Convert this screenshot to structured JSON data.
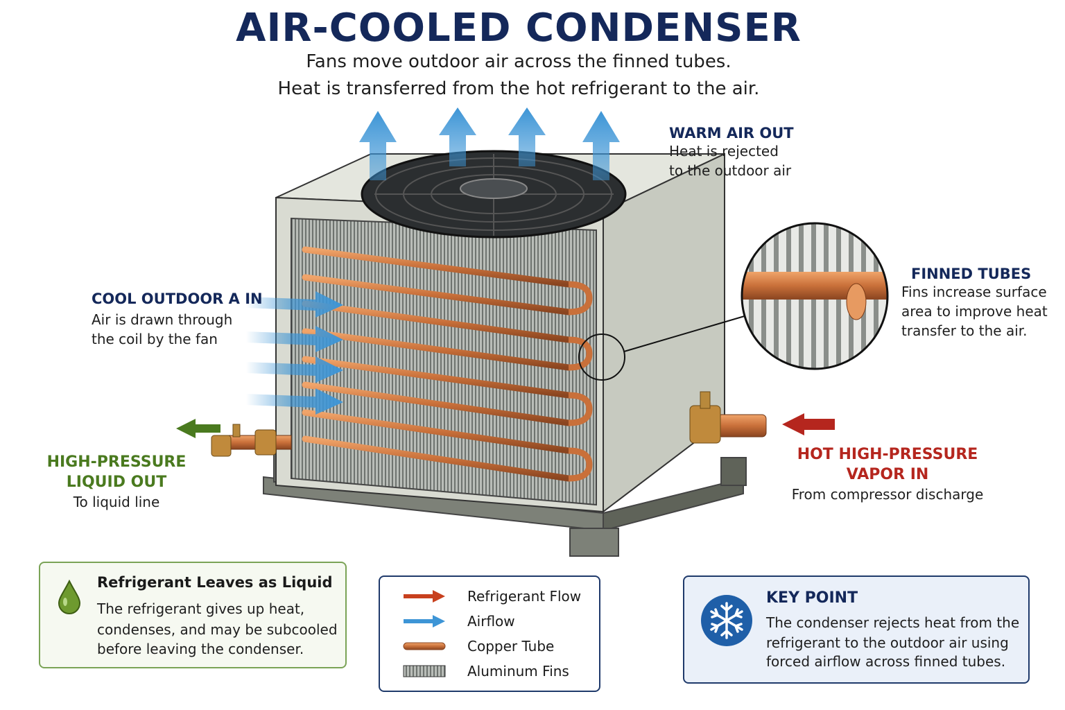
{
  "title": "AIR-COOLED CONDENSER",
  "subtitle_line1": "Fans move outdoor air across the finned tubes.",
  "subtitle_line2": "Heat is transferred from the hot refrigerant to the air.",
  "callouts": {
    "warm_air": {
      "heading": "WARM AIR OUT",
      "line1": "Heat is rejected",
      "line2": "to the outdoor air"
    },
    "cool_air": {
      "heading": "COOL OUTDOOR A IN",
      "line1": "Air is drawn through",
      "line2": "the coil by the fan"
    },
    "finned_tubes": {
      "heading": "FINNED TUBES",
      "line1": "Fins increase surface",
      "line2": "area to improve heat",
      "line3": "transfer to the air."
    },
    "liquid_out": {
      "heading_line1": "HIGH-PRESSURE",
      "heading_line2": "LIQUID OUT",
      "line1": "To liquid line"
    },
    "vapor_in": {
      "heading_line1": "HOT HIGH-PRESSURE",
      "heading_line2": "VAPOR IN",
      "line1": "From compressor discharge"
    }
  },
  "info_box": {
    "icon": "droplet-icon",
    "heading": "Refrigerant Leaves as Liquid",
    "line1": "The refrigerant gives up heat,",
    "line2": "condenses, and may be subcooled",
    "line3": "before leaving the condenser."
  },
  "legend": [
    {
      "icon": "red-arrow-icon",
      "label": "Refrigerant Flow"
    },
    {
      "icon": "blue-arrow-icon",
      "label": "Airflow"
    },
    {
      "icon": "copper-tube-icon",
      "label": "Copper Tube"
    },
    {
      "icon": "fins-icon",
      "label": "Aluminum Fins"
    }
  ],
  "key_point": {
    "icon": "snowflake-icon",
    "heading": "KEY POINT",
    "line1": "The condenser rejects heat from the",
    "line2": "refrigerant to the outdoor air using",
    "line3": "forced airflow across finned tubes."
  },
  "colors": {
    "navy": "#14285a",
    "green": "#4a7a1f",
    "red": "#b5261e",
    "airflow_blue": "#3d95d6",
    "copper": "#c9703a",
    "cabinet": "#d9dbd2"
  }
}
